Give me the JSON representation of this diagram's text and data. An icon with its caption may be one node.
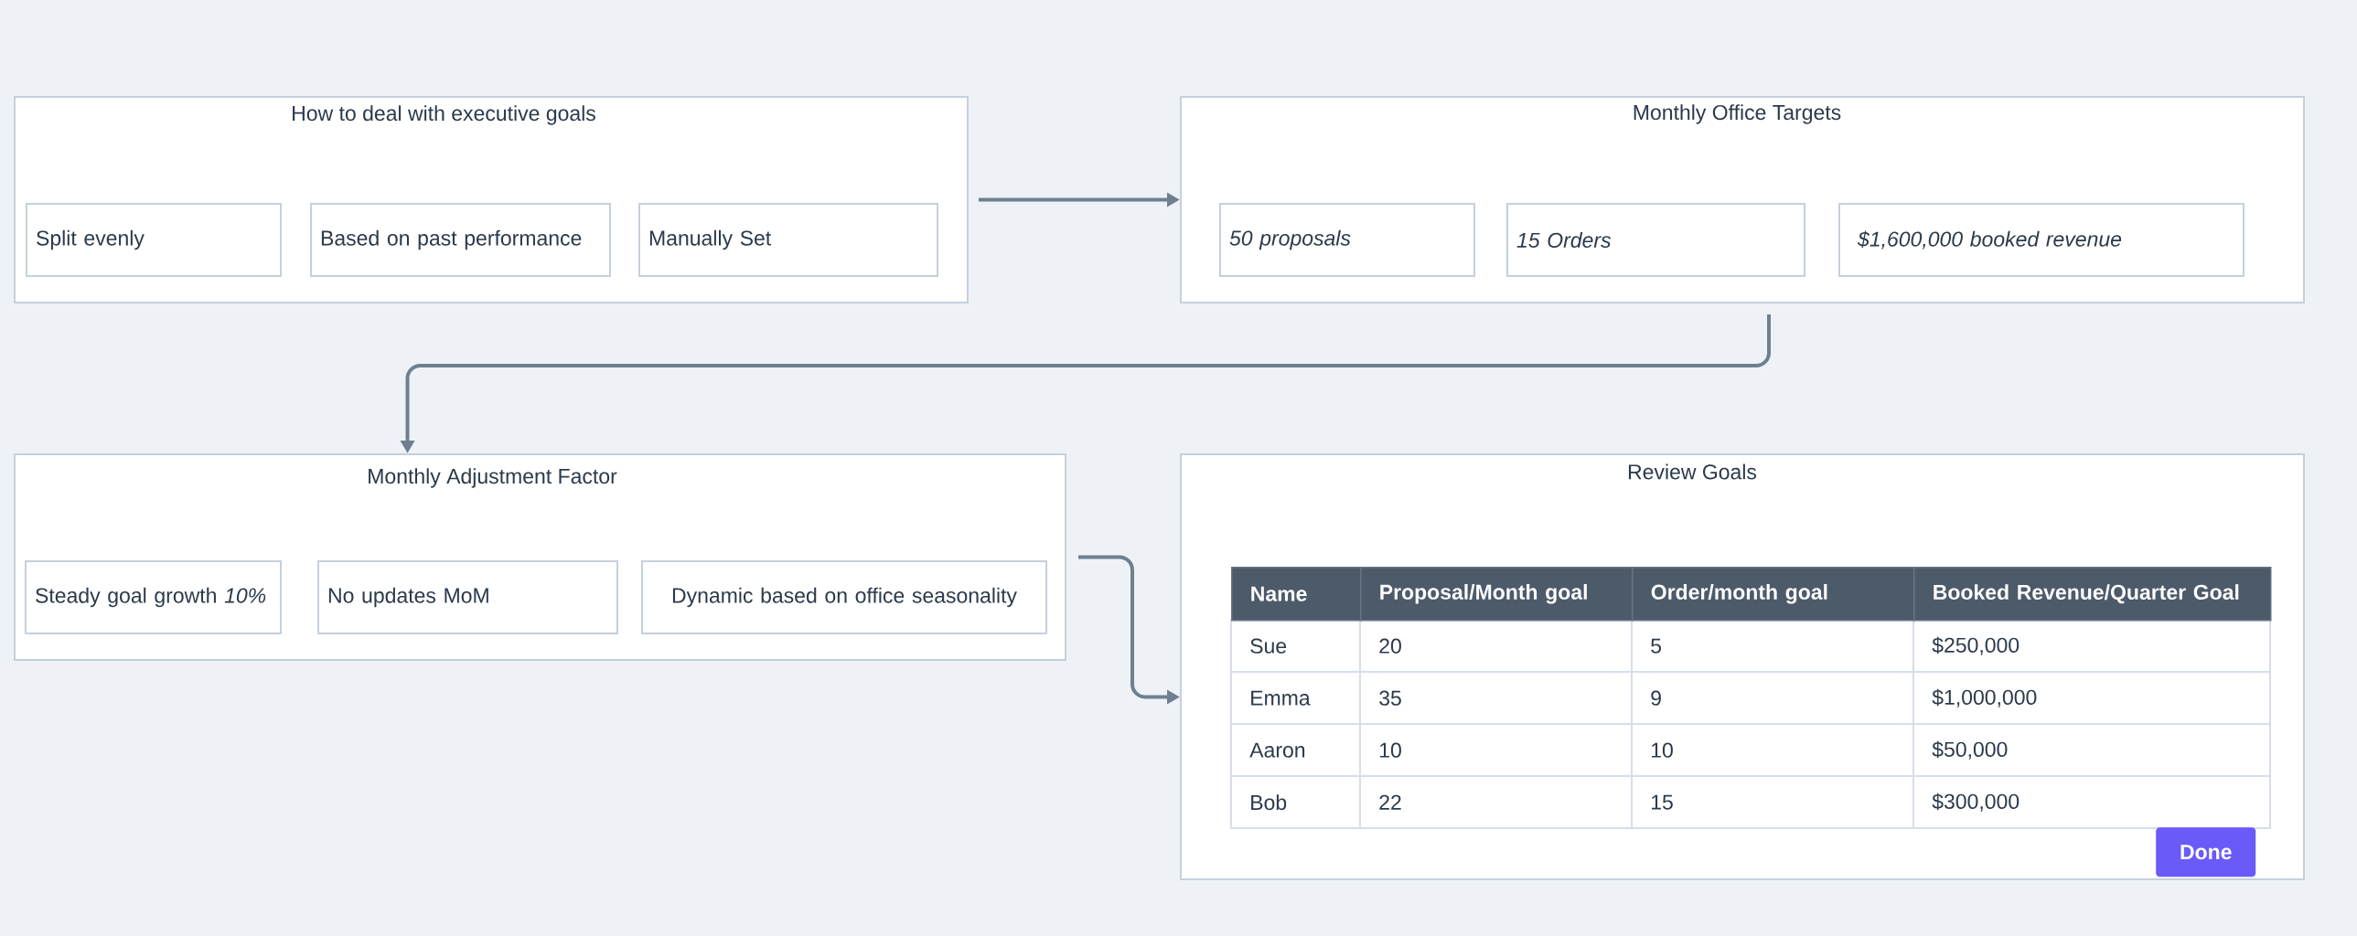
{
  "diagram": {
    "nodes": [
      {
        "text": [
          "How to deal with executive goals"
        ]
      },
      {
        "text": [
          "Split evenly"
        ],
        "in": 0
      },
      {
        "text": [
          "Based on past performance"
        ],
        "in": 0
      },
      {
        "text": [
          "Manually Set"
        ],
        "in": 0
      },
      {
        "text": [
          "Monthly Office Targets"
        ]
      },
      {
        "text": [
          "50 proposals"
        ],
        "in": 4
      },
      {
        "text": [
          "15 Orders"
        ],
        "in": 4
      },
      {
        "text": [
          "$1,600,000 booked revenue"
        ],
        "in": 4
      },
      {
        "text": [
          "Monthly Adjustment Factor"
        ]
      },
      {
        "text": [
          "Steady goal growth *10%*"
        ],
        "in": 8
      },
      {
        "text": [
          "No updates MoM"
        ],
        "in": 8
      },
      {
        "text": [
          "Dynamic based on office seasonality"
        ],
        "in": 8
      },
      {
        "text": [
          "Review Goals"
        ]
      }
    ],
    "edges": [
      {
        "from": 0,
        "to": 4,
        "arrow": "to"
      },
      {
        "from": 4,
        "to": 8,
        "arrow": "to"
      },
      {
        "from": 8,
        "to": 12,
        "arrow": "to"
      }
    ],
    "labels": [
      "Name",
      "Proposal/Month goal",
      "Order/month goal",
      "Booked Revenue/Quarter Goal",
      "Sue",
      "20",
      "5",
      "$250,000",
      "Emma",
      "35",
      "9",
      "$1,000,000",
      "Aaron",
      "10",
      "10",
      "$50,000",
      "Bob",
      "22",
      "15",
      "$300,000",
      "Done"
    ]
  }
}
